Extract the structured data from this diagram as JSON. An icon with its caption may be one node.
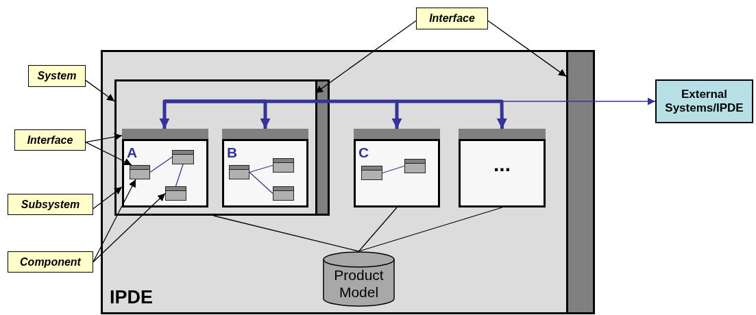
{
  "diagram": {
    "nodes": [
      {
        "text": [
          "IPDE"
        ]
      },
      {
        "text": [],
        "shape": "bar",
        "in": 0
      },
      {
        "text": [],
        "shape": "box",
        "in": 0
      },
      {
        "text": [],
        "shape": "bar",
        "in": 2
      },
      {
        "text": [
          "A"
        ],
        "in": 2
      },
      {
        "text": [],
        "shape": "bar",
        "in": 4
      },
      {
        "text": [],
        "shape": "box",
        "in": 4
      },
      {
        "text": [],
        "shape": "box",
        "in": 4
      },
      {
        "text": [],
        "shape": "box",
        "in": 4
      },
      {
        "text": [
          "B"
        ],
        "in": 2
      },
      {
        "text": [],
        "shape": "bar",
        "in": 9
      },
      {
        "text": [],
        "shape": "box",
        "in": 9
      },
      {
        "text": [],
        "shape": "box",
        "in": 9
      },
      {
        "text": [],
        "shape": "box",
        "in": 9
      },
      {
        "text": [
          "C"
        ],
        "in": 0
      },
      {
        "text": [],
        "shape": "bar",
        "in": 14
      },
      {
        "text": [],
        "shape": "box",
        "in": 14
      },
      {
        "text": [],
        "shape": "box",
        "in": 14
      },
      {
        "text": [
          "..."
        ],
        "in": 0
      },
      {
        "text": [],
        "shape": "bar",
        "in": 18
      },
      {
        "text": [
          "Product Model"
        ],
        "in": 0
      },
      {
        "text": [
          "External Systems/IPDE"
        ]
      },
      {
        "text": [
          "System"
        ]
      },
      {
        "text": [
          "Interface"
        ]
      },
      {
        "text": [
          "Subsystem"
        ]
      },
      {
        "text": [
          "Component"
        ]
      },
      {
        "text": [
          "Interface"
        ]
      }
    ],
    "edges": [
      {
        "from": 22,
        "to": 2,
        "arrow": "to"
      },
      {
        "from": 23,
        "to": 5,
        "arrow": "to"
      },
      {
        "from": 23,
        "to": 6,
        "arrow": "to"
      },
      {
        "from": 24,
        "to": 4,
        "arrow": "to"
      },
      {
        "from": 25,
        "to": 6,
        "arrow": "to"
      },
      {
        "from": 25,
        "to": 8,
        "arrow": "to"
      },
      {
        "from": 26,
        "to": 3,
        "arrow": "to"
      },
      {
        "from": 26,
        "to": 1,
        "arrow": "to"
      },
      {
        "from": null,
        "to": 4,
        "arrow": "to",
        "style": "thick",
        "color": "#333399"
      },
      {
        "from": null,
        "to": 9,
        "arrow": "to",
        "style": "thick",
        "color": "#333399"
      },
      {
        "from": null,
        "to": 14,
        "arrow": "to",
        "style": "thick",
        "color": "#333399"
      },
      {
        "from": null,
        "to": 18,
        "arrow": "to",
        "style": "thick",
        "color": "#333399"
      },
      {
        "from": null,
        "to": 21,
        "arrow": "to",
        "color": "#333399"
      },
      {
        "from": 2,
        "to": 20,
        "arrow": "none"
      },
      {
        "from": 14,
        "to": 20,
        "arrow": "none"
      },
      {
        "from": 18,
        "to": 20,
        "arrow": "none"
      },
      {
        "from": 6,
        "to": 7,
        "arrow": "none",
        "color": "#333399"
      },
      {
        "from": 7,
        "to": 8,
        "arrow": "none",
        "color": "#333399"
      },
      {
        "from": 11,
        "to": 12,
        "arrow": "none",
        "color": "#333399"
      },
      {
        "from": 11,
        "to": 13,
        "arrow": "none",
        "color": "#333399"
      },
      {
        "from": 16,
        "to": 17,
        "arrow": "none",
        "color": "#333399"
      }
    ]
  }
}
